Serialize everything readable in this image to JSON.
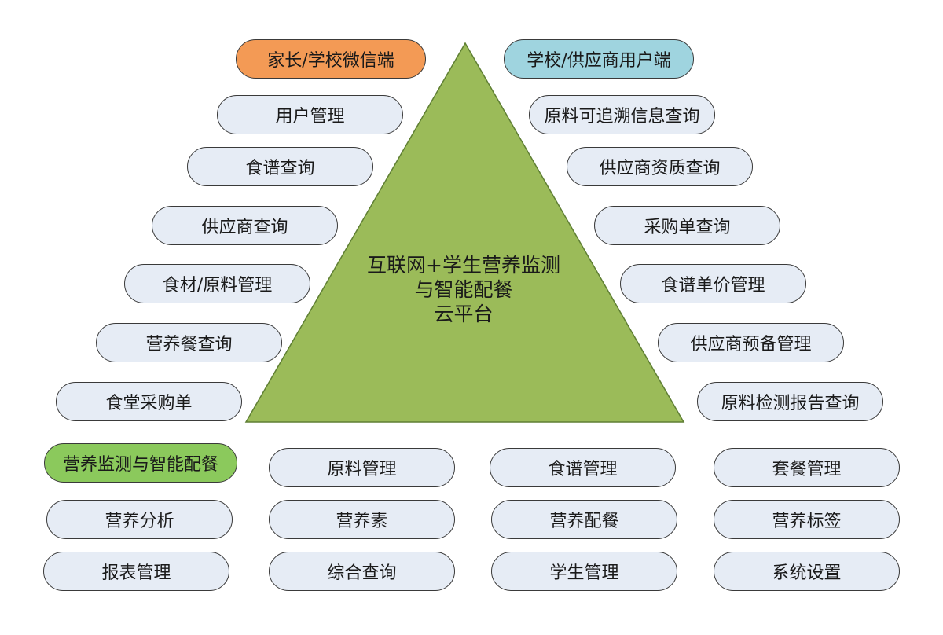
{
  "center": {
    "line1": "互联网+学生营养监测",
    "line2": "与智能配餐",
    "line3": "云平台"
  },
  "colors": {
    "triangle_fill": "#9bbb59",
    "triangle_stroke": "#5f7f34",
    "pill_default": "#e6ecf5",
    "pill_orange": "#f39a55",
    "pill_cyan": "#9fd4df",
    "pill_green": "#8bc95c"
  },
  "left_column": {
    "header": "家长/学校微信端",
    "items": [
      "用户管理",
      "食谱查询",
      "供应商查询",
      "食材/原料管理",
      "营养餐查询",
      "食堂采购单"
    ]
  },
  "right_column": {
    "header": "学校/供应商用户端",
    "items": [
      "原料可追溯信息查询",
      "供应商资质查询",
      "采购单查询",
      "食谱单价管理",
      "供应商预备管理",
      "原料检测报告查询"
    ]
  },
  "bottom_grid": {
    "header": "营养监测与智能配餐",
    "row1": [
      "原料管理",
      "食谱管理",
      "套餐管理"
    ],
    "row2": [
      "营养分析",
      "营养素",
      "营养配餐",
      "营养标签"
    ],
    "row3": [
      "报表管理",
      "综合查询",
      "学生管理",
      "系统设置"
    ]
  }
}
